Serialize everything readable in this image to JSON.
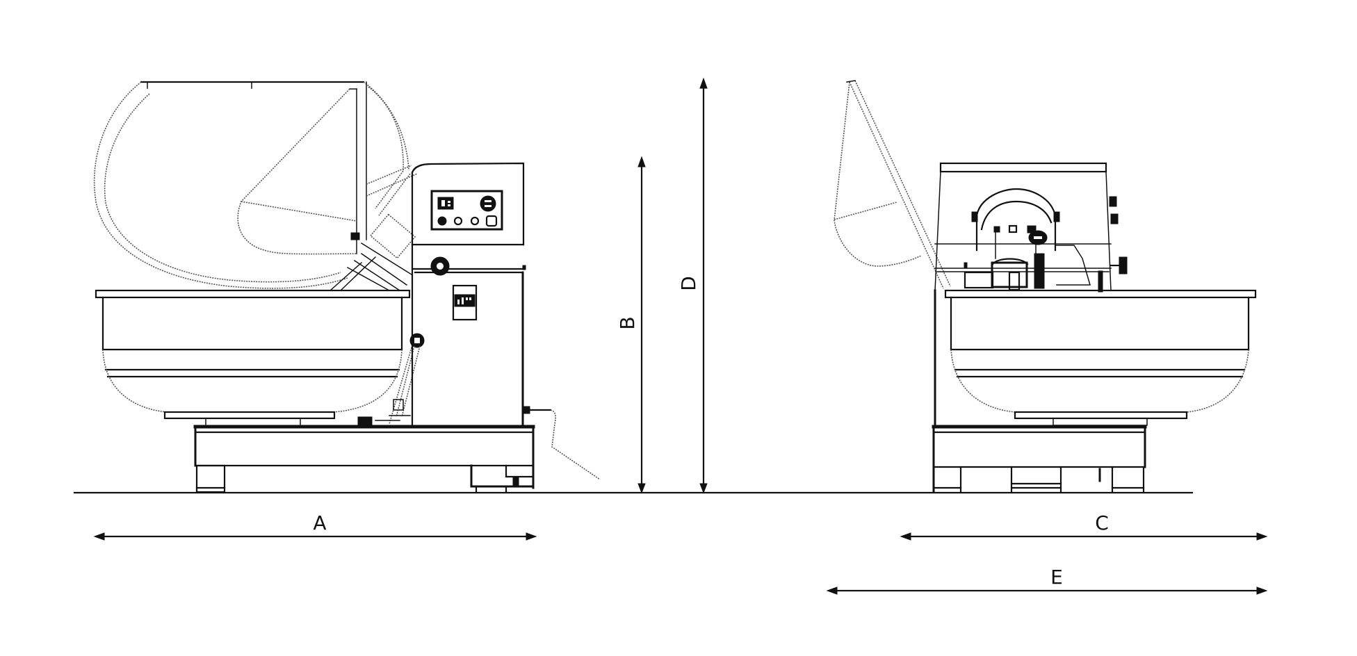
{
  "diagram": {
    "type": "technical-dimension-drawing",
    "subject": "spiral dough mixer with tilting bowl",
    "views": [
      {
        "name": "side-view",
        "description": "Side elevation with tilting bowl raised/lid open, control column with control panel"
      },
      {
        "name": "front-view",
        "description": "Front elevation showing bowl, head with motor, lid raised"
      }
    ],
    "dimensions": {
      "A": {
        "label": "A",
        "orientation": "horizontal",
        "meaning": "overall length (side view)"
      },
      "B": {
        "label": "B",
        "orientation": "vertical",
        "meaning": "height of column head"
      },
      "C": {
        "label": "C",
        "orientation": "horizontal",
        "meaning": "width (front view)"
      },
      "D": {
        "label": "D",
        "orientation": "vertical",
        "meaning": "max height with bowl tilted"
      },
      "E": {
        "label": "E",
        "orientation": "horizontal",
        "meaning": "width with lid open (front view)"
      }
    },
    "colors": {
      "line": "#111111",
      "background": "#ffffff"
    }
  }
}
